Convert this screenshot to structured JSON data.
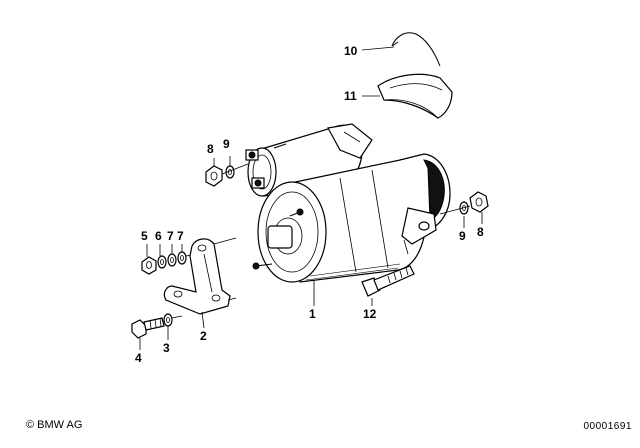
{
  "callouts": {
    "c1": "1",
    "c2": "2",
    "c3": "3",
    "c4": "4",
    "c5": "5",
    "c6": "6",
    "c7a": "7",
    "c7b": "7",
    "c8a": "8",
    "c8b": "8",
    "c9a": "9",
    "c9b": "9",
    "c10": "10",
    "c11": "11",
    "c12": "12"
  },
  "footer": {
    "copyright": "© BMW AG",
    "doc_number": "00001691"
  }
}
